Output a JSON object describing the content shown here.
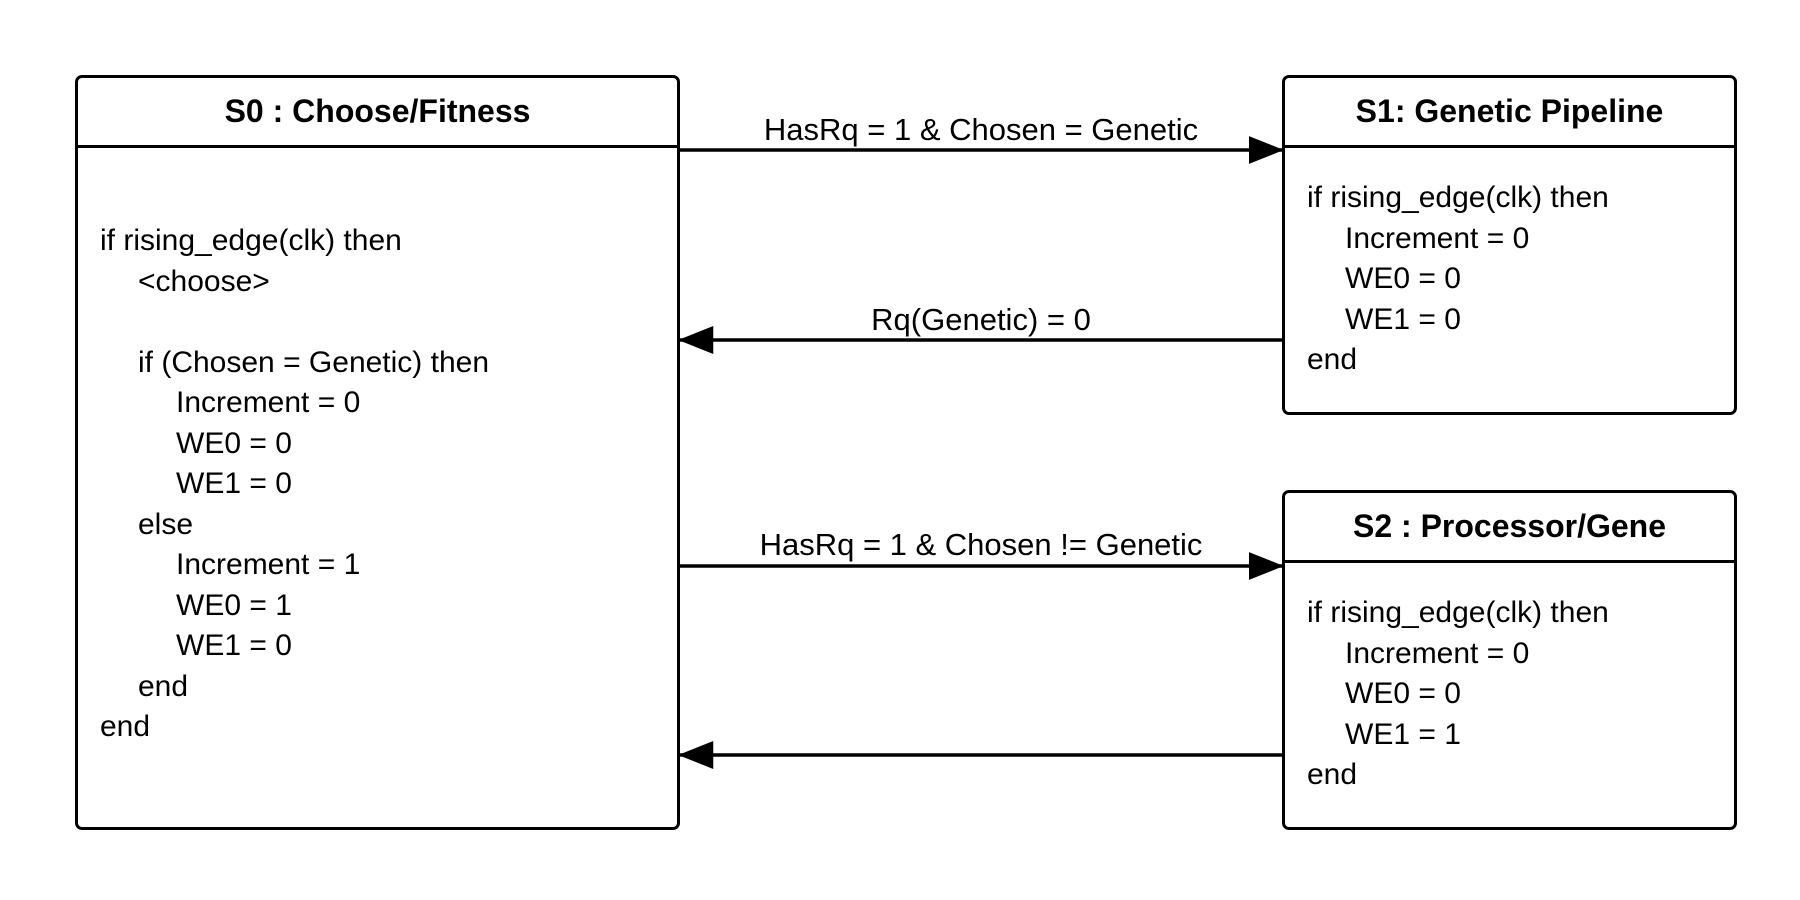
{
  "states": {
    "s0": {
      "title": "S0 : Choose/Fitness",
      "lines": [
        "if rising_edge(clk) then",
        "<choose>",
        "",
        "if (Chosen = Genetic) then",
        "Increment = 0",
        "WE0 = 0",
        "WE1 = 0",
        "else",
        "Increment = 1",
        "WE0 = 1",
        "WE1 = 0",
        "end",
        "end"
      ]
    },
    "s1": {
      "title": "S1: Genetic Pipeline",
      "lines": [
        "if rising_edge(clk) then",
        "Increment = 0",
        "WE0 = 0",
        "WE1 = 0",
        "end"
      ]
    },
    "s2": {
      "title": "S2 : Processor/Gene",
      "lines": [
        "if rising_edge(clk) then",
        "Increment = 0",
        "WE0 = 0",
        "WE1 = 1",
        "end"
      ]
    }
  },
  "transitions": {
    "s0_to_s1": "HasRq = 1 & Chosen = Genetic",
    "s1_to_s0": "Rq(Genetic) = 0",
    "s0_to_s2": "HasRq = 1 & Chosen != Genetic",
    "s2_to_s0": ""
  }
}
